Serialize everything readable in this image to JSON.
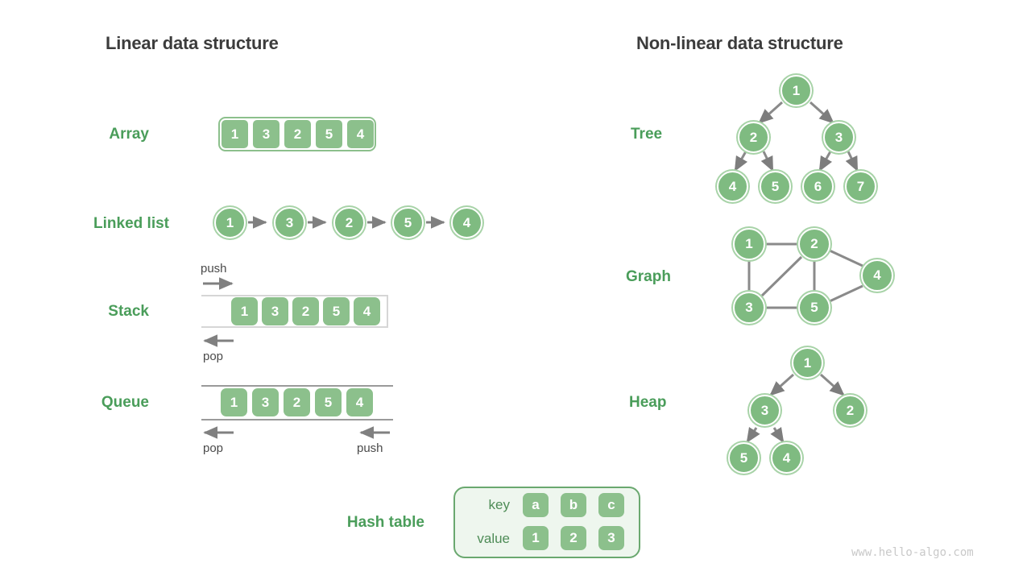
{
  "headings": {
    "linear": "Linear data structure",
    "nonlinear": "Non-linear data structure"
  },
  "colors": {
    "accent_green": "#4a9d5a",
    "cell_green": "#8cc08c",
    "node_green": "#7fbb81",
    "node_ring": "#a8d3a8",
    "panel_bg": "#eef6ee",
    "panel_border": "#6aa86f",
    "arrow_gray": "#808080",
    "heading_dark": "#3c3c3c",
    "watermark_gray": "#c9c9c9"
  },
  "linear": {
    "array": {
      "label": "Array",
      "values": [
        "1",
        "3",
        "2",
        "5",
        "4"
      ]
    },
    "linked_list": {
      "label": "Linked list",
      "values": [
        "1",
        "3",
        "2",
        "5",
        "4"
      ]
    },
    "stack": {
      "label": "Stack",
      "values": [
        "1",
        "3",
        "2",
        "5",
        "4"
      ],
      "push_label": "push",
      "pop_label": "pop"
    },
    "queue": {
      "label": "Queue",
      "values": [
        "1",
        "3",
        "2",
        "5",
        "4"
      ],
      "pop_label": "pop",
      "push_label": "push"
    },
    "hash_table": {
      "label": "Hash table",
      "key_label": "key",
      "value_label": "value",
      "keys": [
        "a",
        "b",
        "c"
      ],
      "values": [
        "1",
        "2",
        "3"
      ]
    }
  },
  "nonlinear": {
    "tree": {
      "label": "Tree",
      "nodes": [
        "1",
        "2",
        "3",
        "4",
        "5",
        "6",
        "7"
      ]
    },
    "graph": {
      "label": "Graph",
      "nodes": [
        "1",
        "2",
        "3",
        "4",
        "5"
      ]
    },
    "heap": {
      "label": "Heap",
      "nodes": [
        "1",
        "3",
        "2",
        "5",
        "4"
      ]
    }
  },
  "watermark": "www.hello-algo.com"
}
